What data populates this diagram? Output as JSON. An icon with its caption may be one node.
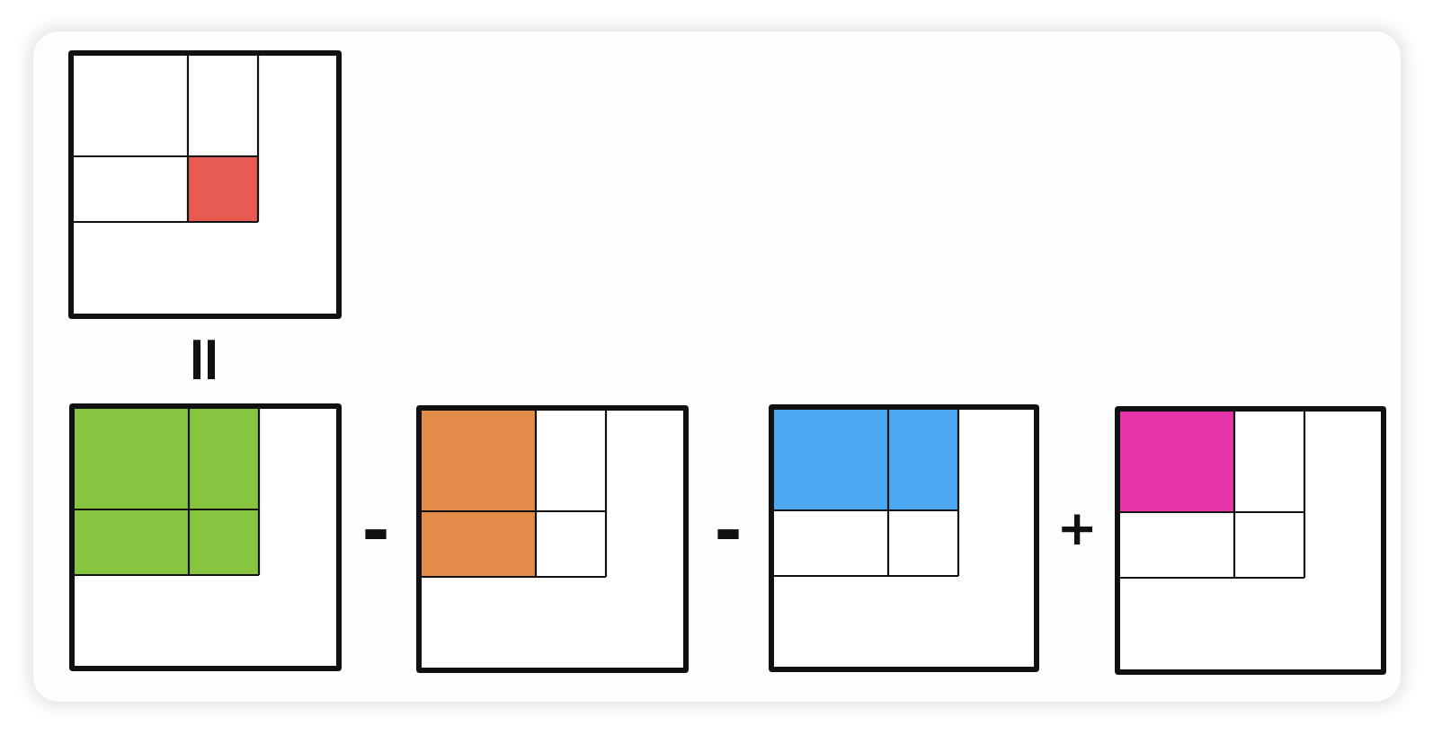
{
  "diagram": {
    "nodes": [
      {
        "text": [],
        "shape": "box"
      },
      {
        "text": [],
        "shape": "box",
        "in": 0
      },
      {
        "text": [],
        "shape": "box"
      },
      {
        "text": [],
        "shape": "box",
        "in": 2
      },
      {
        "text": [],
        "shape": "box"
      },
      {
        "text": [],
        "shape": "box",
        "in": 4
      },
      {
        "text": [],
        "shape": "box"
      },
      {
        "text": [],
        "shape": "box",
        "in": 6
      },
      {
        "text": [],
        "shape": "box"
      },
      {
        "text": [],
        "shape": "box",
        "in": 8
      }
    ],
    "labels": [
      "=",
      "-",
      "-",
      "+"
    ]
  }
}
